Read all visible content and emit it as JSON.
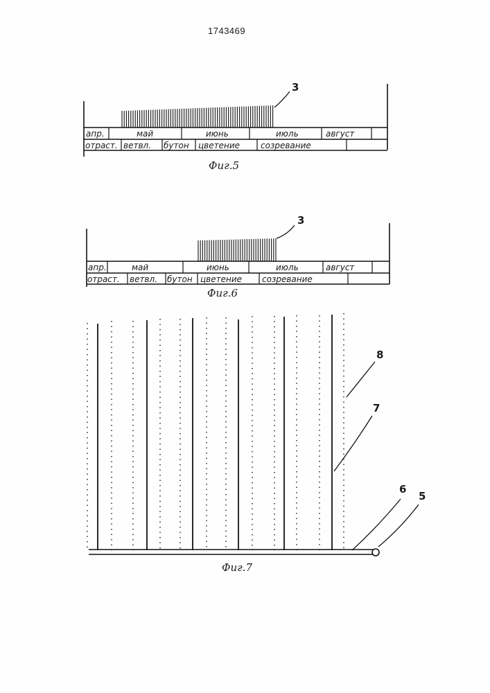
{
  "patent_number": "1743469",
  "fig5": {
    "caption": "Фиг.5",
    "ref_label": "3",
    "months": [
      "апр.",
      "май",
      "июнь",
      "июль",
      "август"
    ],
    "phases": [
      "отраст.",
      "ветвл.",
      "бутон",
      "цветение",
      "созревание"
    ]
  },
  "fig6": {
    "caption": "Фиг.6",
    "ref_label": "3",
    "months": [
      "апр.",
      "май",
      "июнь",
      "июль",
      "август"
    ],
    "phases": [
      "отраст.",
      "ветвл.",
      "бутон",
      "цветение",
      "созревание"
    ]
  },
  "fig7": {
    "caption": "Фиг.7",
    "ref_labels": [
      "8",
      "7",
      "6",
      "5"
    ]
  }
}
